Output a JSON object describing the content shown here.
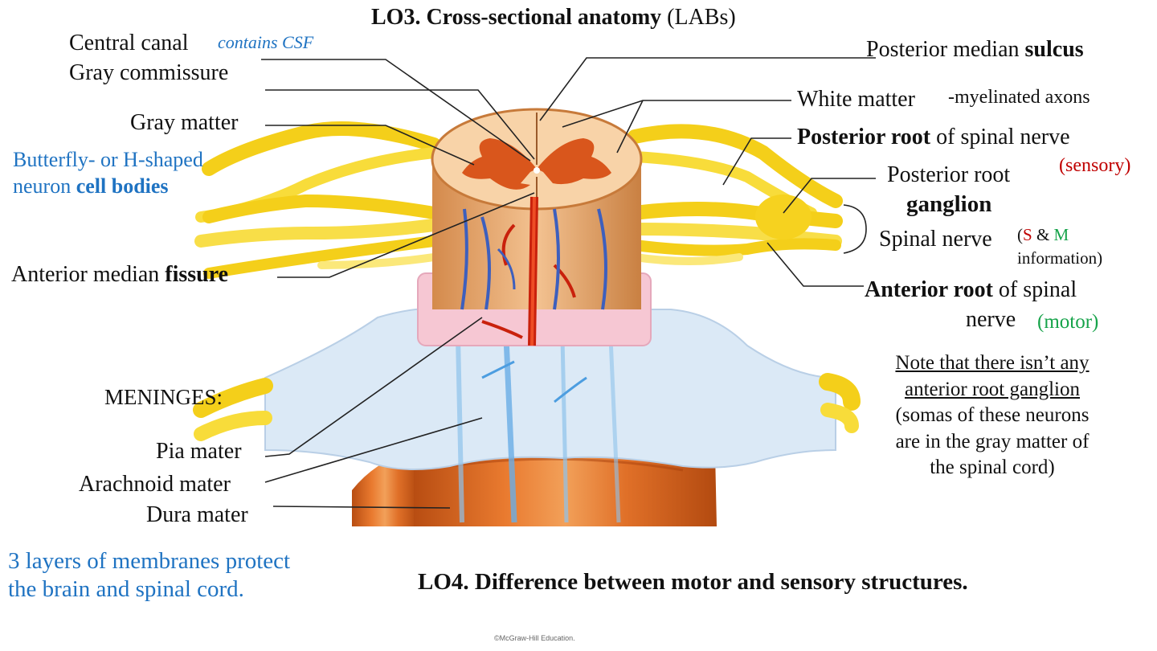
{
  "title": {
    "bold": "LO3. Cross-sectional anatomy",
    "normal": "(LABs)"
  },
  "left_labels": {
    "central_canal": "Central canal",
    "central_canal_note": "contains CSF",
    "gray_commissure": "Gray commissure",
    "gray_matter": "Gray matter",
    "butterfly_line1": "Butterfly- or H-shaped",
    "butterfly_line2_normal": "neuron",
    "butterfly_line2_bold": "cell bodies",
    "anterior_fissure_normal": "Anterior median",
    "anterior_fissure_bold": "fissure",
    "meninges": "MENINGES:",
    "pia": "Pia mater",
    "arachnoid": "Arachnoid mater",
    "dura": "Dura mater",
    "layers_line1": "3 layers of membranes protect",
    "layers_line2": "the brain and spinal cord."
  },
  "right_labels": {
    "post_sulcus_normal": "Posterior median",
    "post_sulcus_bold": "sulcus",
    "white_matter": "White matter",
    "white_matter_note": "-myelinated axons",
    "post_root_bold": "Posterior root",
    "post_root_normal": "of spinal nerve",
    "sensory": "(sensory)",
    "post_ganglion_line1": "Posterior root",
    "post_ganglion_line2": "ganglion",
    "spinal_nerve": "Spinal nerve",
    "sm_open": "(",
    "sm_s": "S",
    "sm_amp": "&",
    "sm_m": "M",
    "sm_info": "information)",
    "ant_root_bold": "Anterior root",
    "ant_root_normal": "of spinal",
    "ant_root_line2": "nerve",
    "motor": "(motor)"
  },
  "note": {
    "line1": "Note that there isn’t any",
    "line2": "anterior root ganglion",
    "line3": "(somas of these neurons",
    "line4": "are in the gray matter of",
    "line5": "the spinal cord)"
  },
  "lo4": "LO4. Difference between motor and sensory structures.",
  "copyright": "©McGraw-Hill Education.",
  "colors": {
    "blue_text": "#1f73c2",
    "sensory_red": "#c00000",
    "motor_green": "#16a34a",
    "nerve_yellow": "#f6d21f",
    "gray_matter": "#d9561c",
    "white_matter": "#f6c08e",
    "pia": "#f6c7d3",
    "arachnoid": "#d6e7f6",
    "dura": "#d9621d"
  }
}
